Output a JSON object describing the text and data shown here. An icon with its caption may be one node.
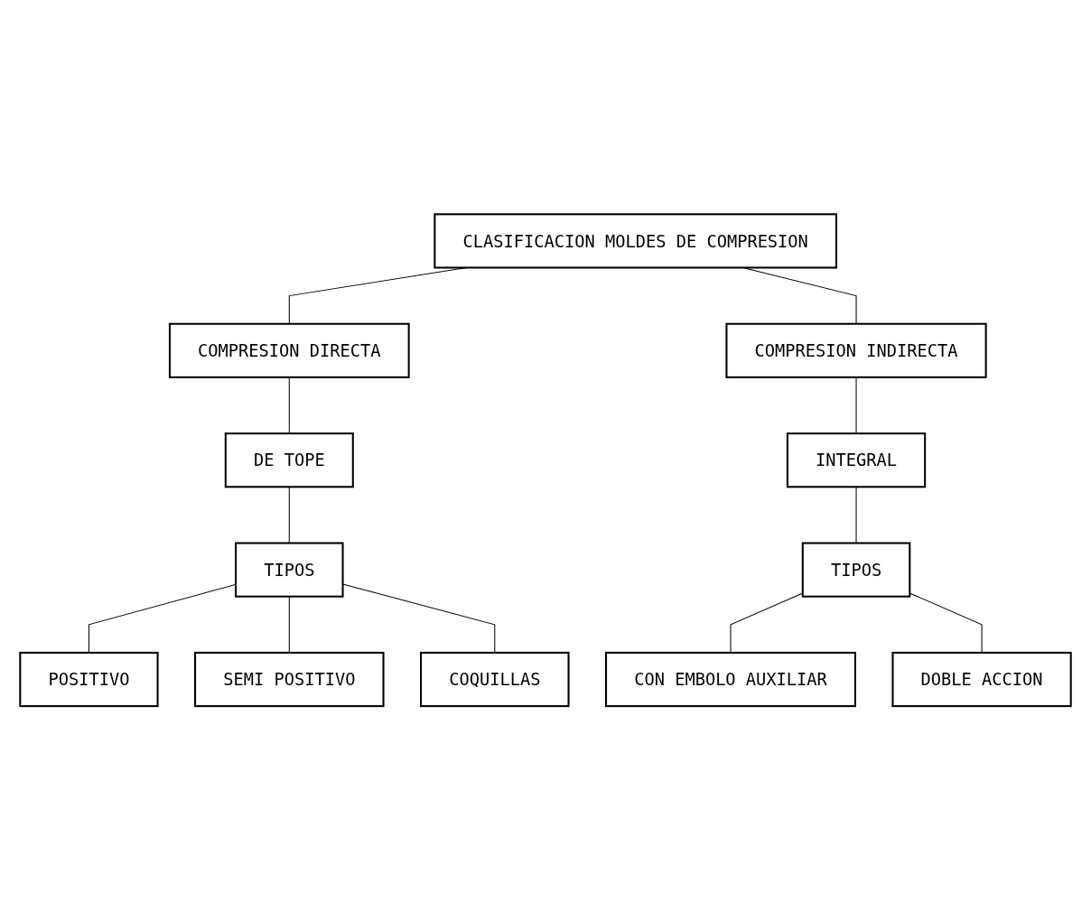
{
  "diagram": {
    "nodes": [
      {
        "text": [
          "CLASIFICACION MOLDES DE COMPRESION"
        ]
      },
      {
        "text": [
          "COMPRESION DIRECTA"
        ]
      },
      {
        "text": [
          "COMPRESION INDIRECTA"
        ]
      },
      {
        "text": [
          "DE TOPE"
        ]
      },
      {
        "text": [
          "INTEGRAL"
        ]
      },
      {
        "text": [
          "TIPOS"
        ]
      },
      {
        "text": [
          "POSITIVO"
        ]
      },
      {
        "text": [
          "CON EMBOLO AUXILIAR"
        ]
      },
      {
        "text": [
          "SEMI POSITIVO"
        ]
      },
      {
        "text": [
          "DOBLE ACCION"
        ]
      },
      {
        "text": [
          "COQUILLAS"
        ]
      },
      {
        "text": [
          "TIPOS"
        ]
      }
    ],
    "edges": [
      {
        "from": 0,
        "to": 1,
        "arrow": "none"
      },
      {
        "from": 0,
        "to": 2,
        "arrow": "none"
      },
      {
        "from": 1,
        "to": 3,
        "arrow": "none"
      },
      {
        "from": 2,
        "to": 4,
        "arrow": "none"
      },
      {
        "from": 5,
        "to": 3,
        "arrow": "none"
      },
      {
        "from": 5,
        "to": 6,
        "arrow": "none"
      },
      {
        "from": 5,
        "to": 8,
        "arrow": "none"
      },
      {
        "from": 5,
        "to": 10,
        "arrow": "none"
      },
      {
        "from": 11,
        "to": 4,
        "arrow": "none"
      },
      {
        "from": 11,
        "to": 7,
        "arrow": "none"
      },
      {
        "from": 11,
        "to": 9,
        "arrow": "none"
      }
    ]
  }
}
